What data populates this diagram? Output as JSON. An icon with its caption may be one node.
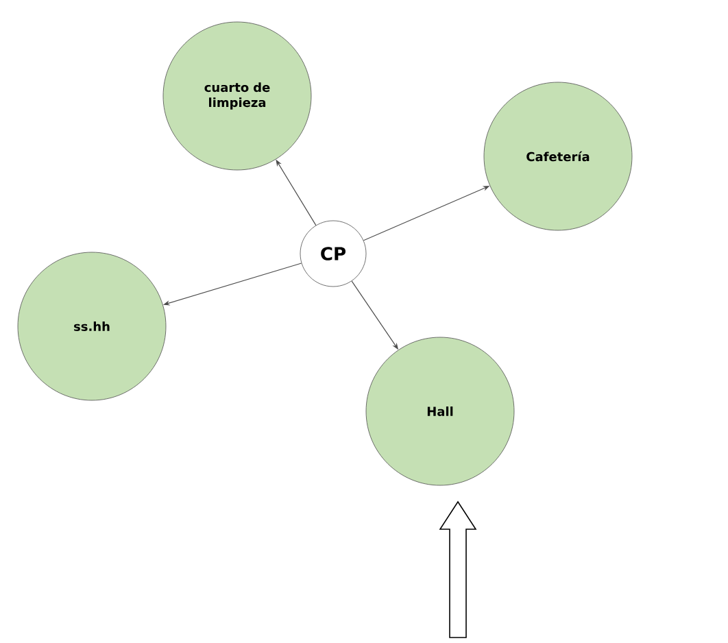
{
  "diagram": {
    "nodes": [
      {
        "text": [
          "cuarto de limpieza"
        ]
      },
      {
        "text": [
          "Cafetería"
        ]
      },
      {
        "text": [
          "CP"
        ]
      },
      {
        "text": [
          "ss.hh"
        ]
      },
      {
        "text": [
          "Hall"
        ]
      }
    ],
    "edges": [
      {
        "from": 2,
        "to": 0,
        "arrow": "to"
      },
      {
        "from": 2,
        "to": 1,
        "arrow": "to"
      },
      {
        "from": 2,
        "to": 3,
        "arrow": "to"
      },
      {
        "from": 2,
        "to": 4,
        "arrow": "to"
      },
      {
        "from": null,
        "to": 4,
        "arrow": "to",
        "style": "thick"
      }
    ]
  }
}
